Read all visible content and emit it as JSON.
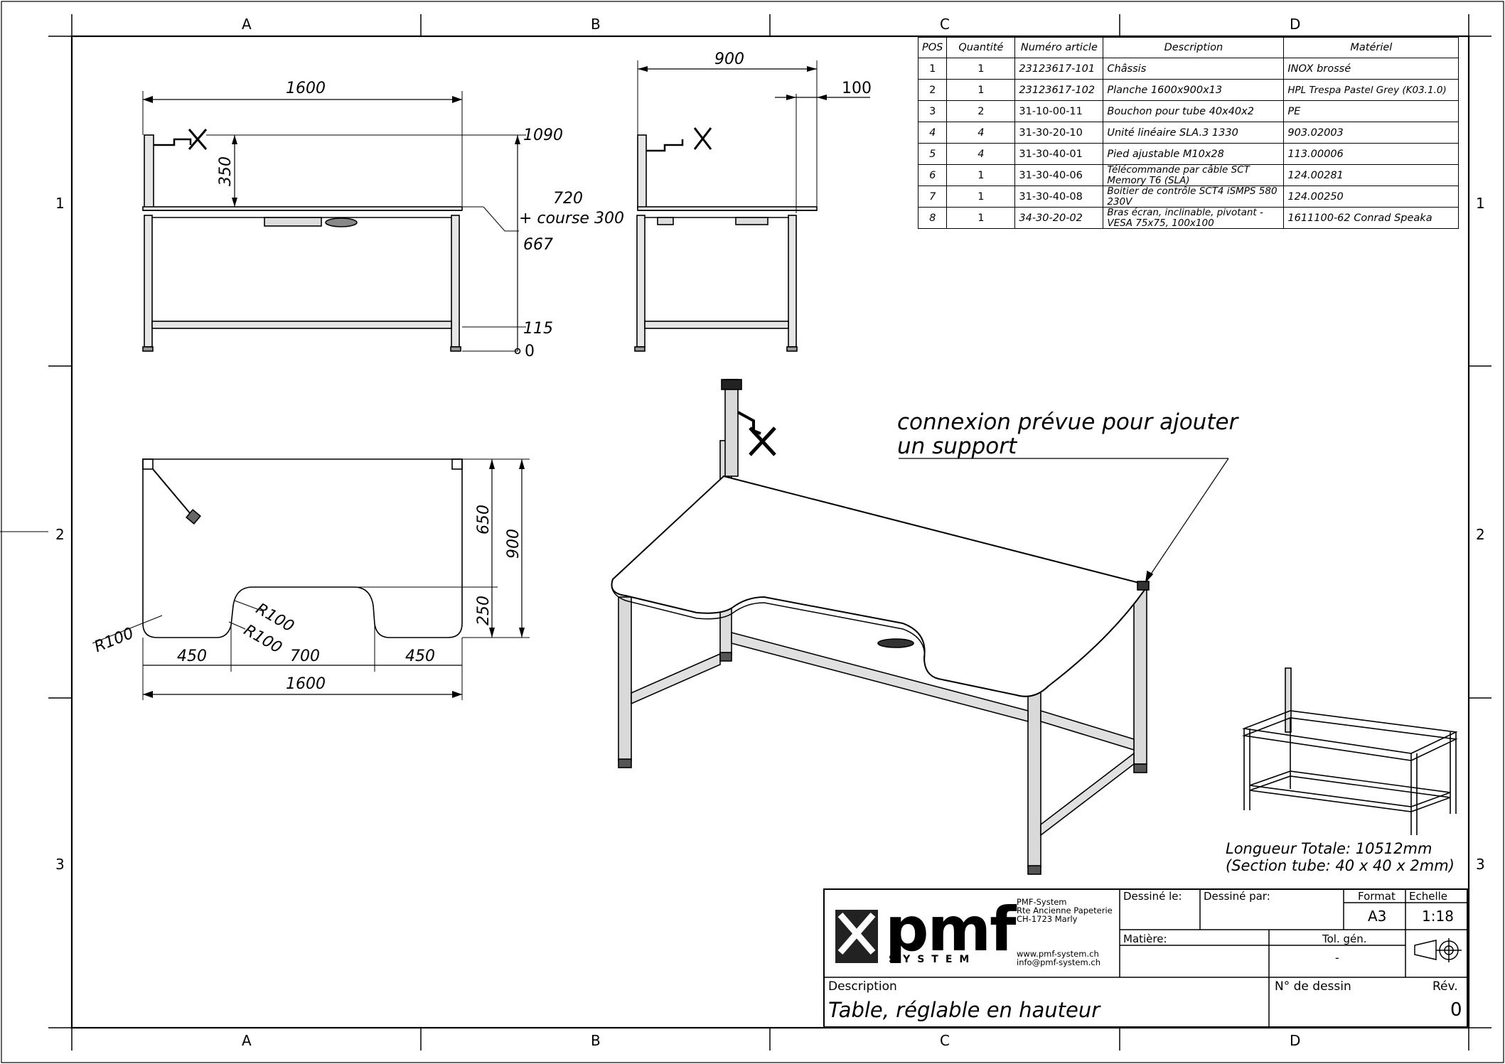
{
  "zones": {
    "columns": [
      "A",
      "B",
      "C",
      "D"
    ],
    "rows": [
      "1",
      "2",
      "3"
    ]
  },
  "bom": {
    "headers": [
      "POS",
      "Quantité",
      "Numéro article",
      "Description",
      "Matériel"
    ],
    "rows": [
      [
        "1",
        "1",
        "23123617-101",
        "Châssis",
        "INOX brossé"
      ],
      [
        "2",
        "1",
        "23123617-102",
        "Planche 1600x900x13",
        "HPL Trespa Pastel Grey (K03.1.0)"
      ],
      [
        "3",
        "2",
        "31-10-00-11",
        "Bouchon pour tube 40x40x2",
        "PE"
      ],
      [
        "4",
        "4",
        "31-30-20-10",
        "Unité linéaire SLA.3 1330",
        "903.02003"
      ],
      [
        "5",
        "4",
        "31-30-40-01",
        "Pied ajustable M10x28",
        "113.00006"
      ],
      [
        "6",
        "1",
        "31-30-40-06",
        "Télécommande par câble SCT Memory T6 (SLA)",
        "124.00281"
      ],
      [
        "7",
        "1",
        "31-30-40-08",
        "Boitier de contrôle SCT4 iSMPS 580 230V",
        "124.00250"
      ],
      [
        "8",
        "1",
        "34-30-20-02",
        "Bras écran, inclinable, pivotant - VESA 75x75, 100x100",
        "1611100-62 Conrad Speaka"
      ]
    ]
  },
  "front_view": {
    "width": "1600",
    "h_total": "1090",
    "h_arm": "350",
    "h_table": "720",
    "stroke": "+ course 300",
    "h_min": "667",
    "h_bar": "115",
    "h_zero": "0"
  },
  "side_view": {
    "depth": "900",
    "offset": "100"
  },
  "top_view": {
    "depth_back": "650",
    "depth_total": "900",
    "depth_cut": "250",
    "radius_1": "R100",
    "radius_2": "R100",
    "radius_3": "R100",
    "w_left": "450",
    "w_mid": "700",
    "w_right": "450",
    "w_total": "1600"
  },
  "annotation": {
    "line1": "connexion prévue pour ajouter",
    "line2": "un support"
  },
  "frame_note": {
    "line1": "Longueur Totale: 10512mm",
    "line2": "(Section tube: 40 x 40 x 2mm)"
  },
  "title_block": {
    "logo_text": "pmf",
    "logo_sub": "SYSTEM",
    "company": [
      "PMF-System",
      "Rte Ancienne Papeterie",
      "CH-1723 Marly"
    ],
    "web": [
      "www.pmf-system.ch",
      "info@pmf-system.ch"
    ],
    "drawn_on_label": "Dessiné le:",
    "drawn_by_label": "Dessiné par:",
    "format_label": "Format",
    "format_value": "A3",
    "scale_label": "Echelle",
    "scale_value": "1:18",
    "material_label": "Matière:",
    "tolerance_label": "Tol. gén.",
    "tolerance_value": "-",
    "description_label": "Description",
    "description_value": "Table, réglable en hauteur",
    "drawing_no_label": "N° de dessin",
    "revision_label": "Rév.",
    "revision_value": "0"
  },
  "colors": {
    "ink": "#000000",
    "leg_fill": "#d9d9d9",
    "tabletop": "#ffffff"
  }
}
